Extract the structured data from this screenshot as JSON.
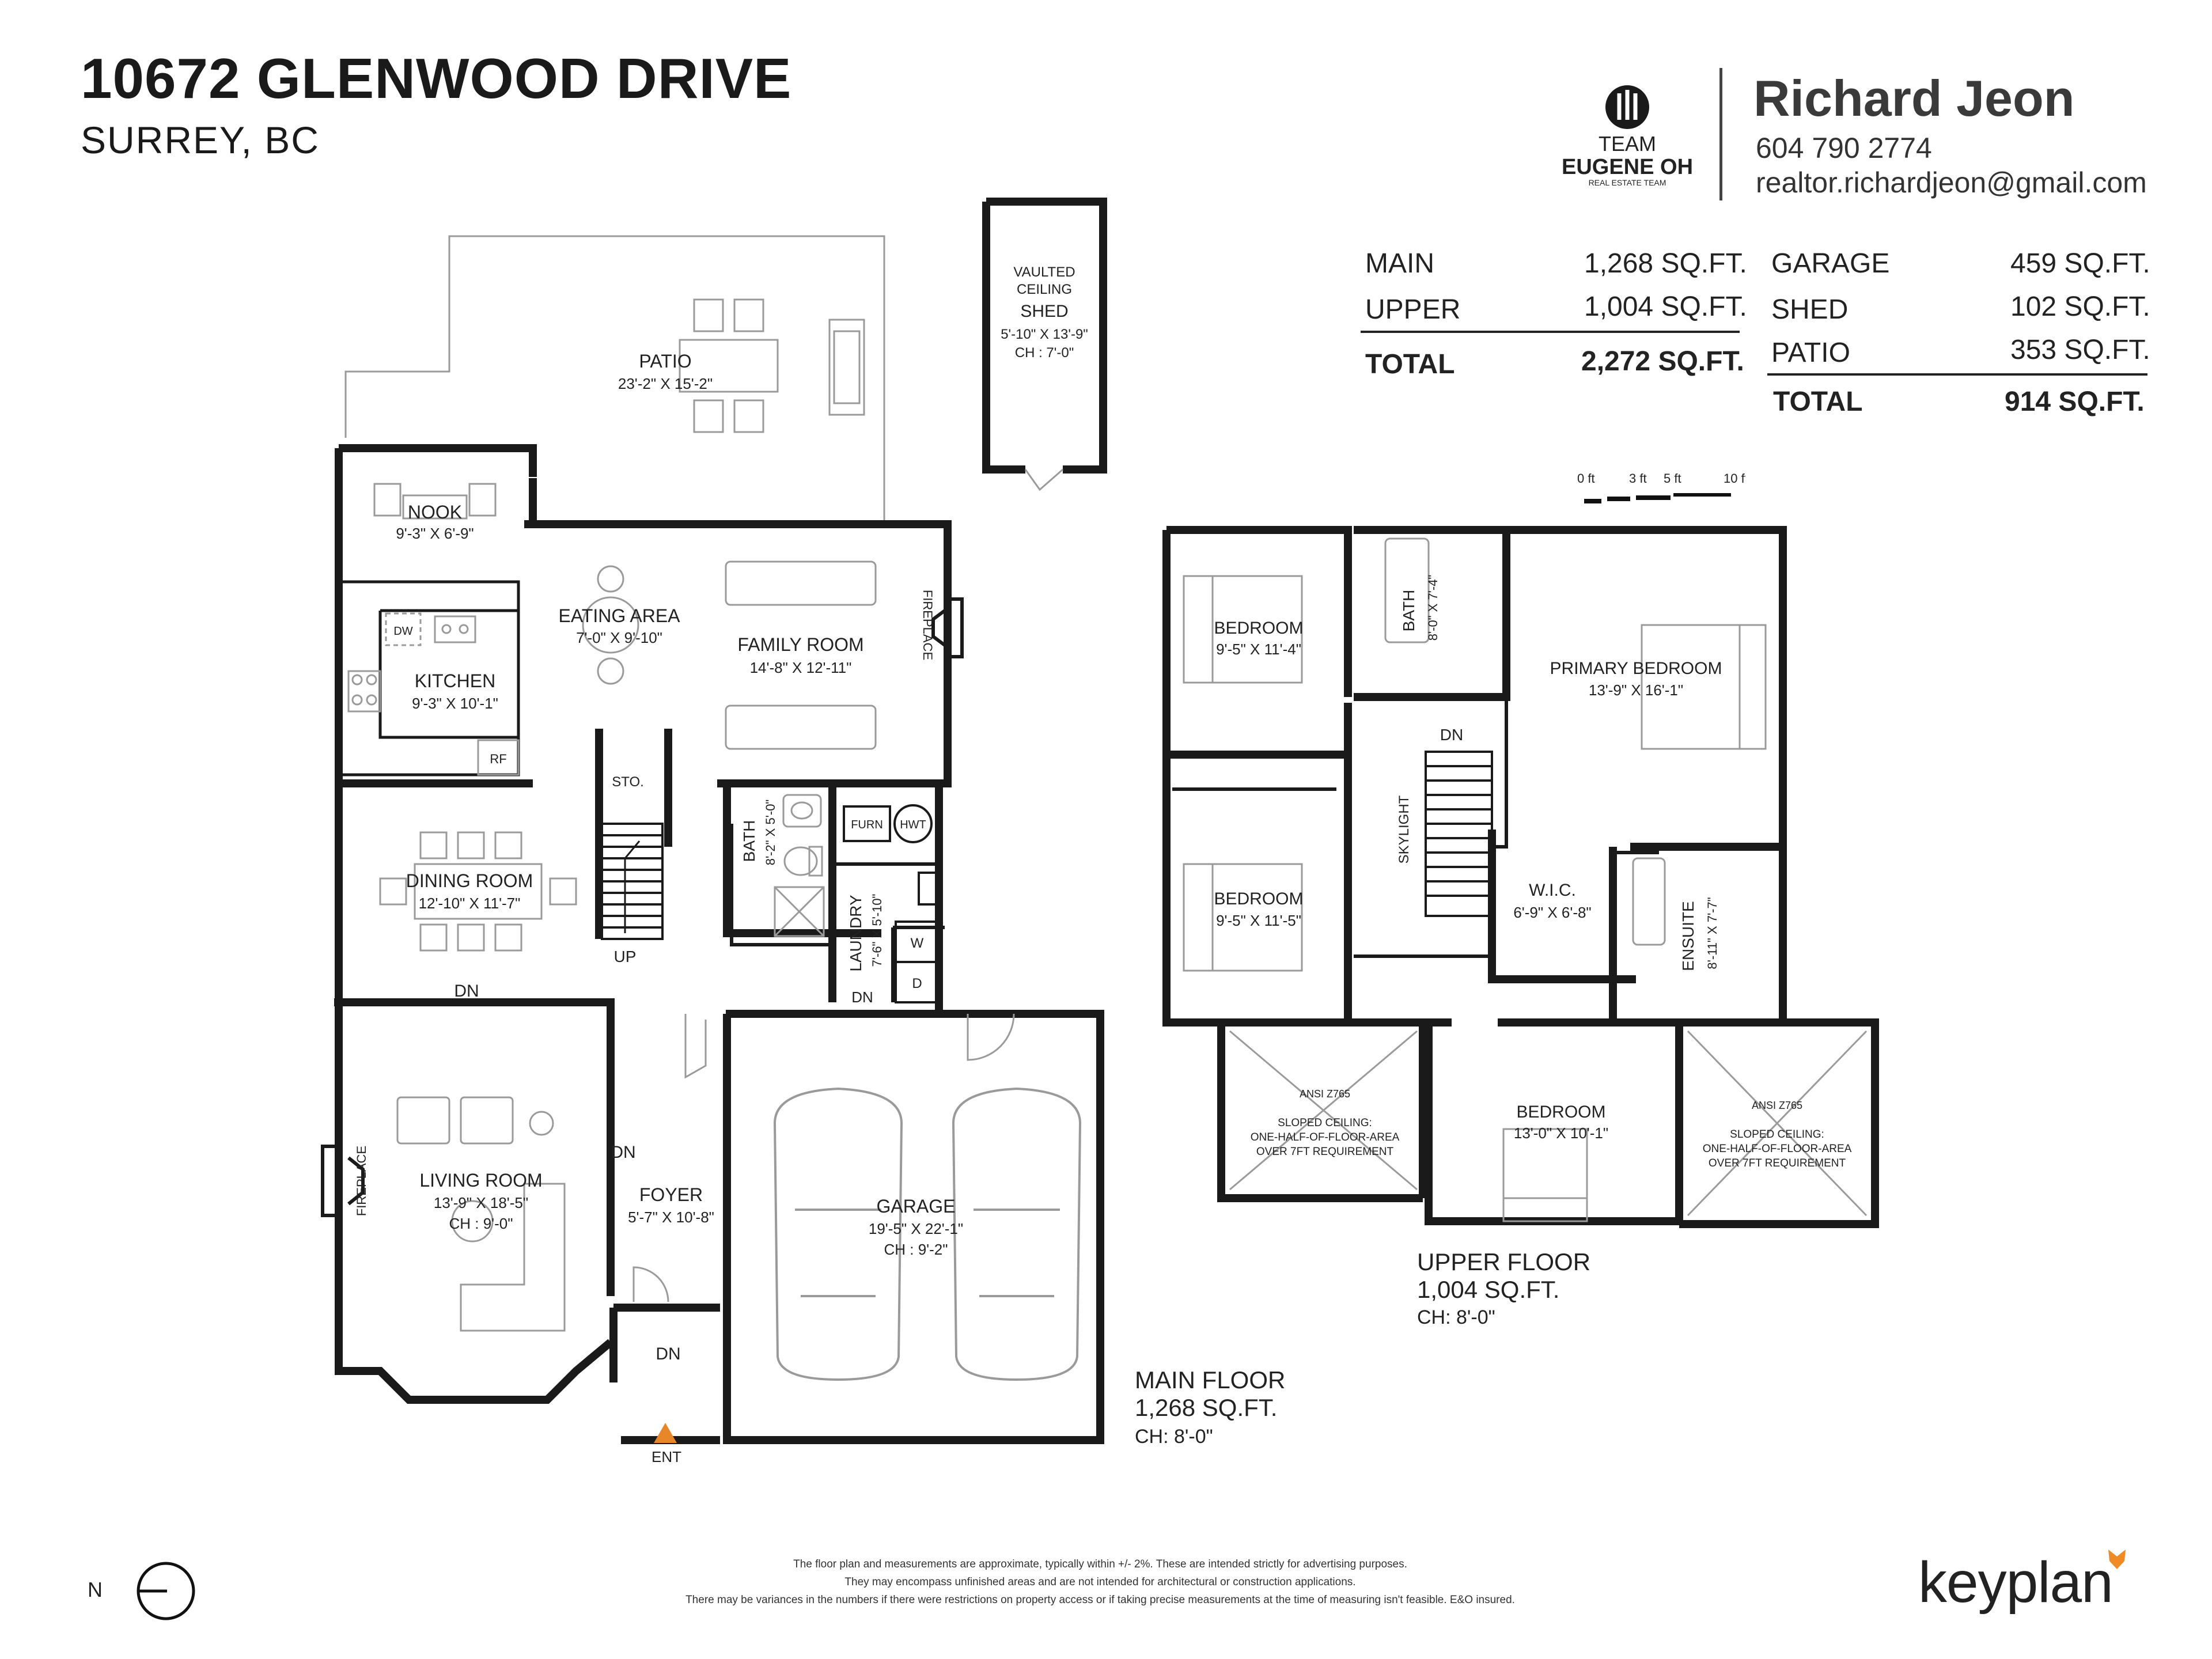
{
  "header": {
    "address": "10672 GLENWOOD DRIVE",
    "city": "SURREY, BC"
  },
  "agent": {
    "name": "Richard Jeon",
    "phone": "604 790 2774",
    "email": "realtor.richardjeon@gmail.com",
    "team_line1": "TEAM",
    "team_line2": "EUGENE OH",
    "team_line3": "REAL ESTATE TEAM"
  },
  "area_summary": {
    "living": [
      {
        "label": "MAIN",
        "value": "1,268 SQ.FT."
      },
      {
        "label": "UPPER",
        "value": "1,004 SQ.FT."
      }
    ],
    "living_total": {
      "label": "TOTAL",
      "value": "2,272 SQ.FT."
    },
    "other": [
      {
        "label": "GARAGE",
        "value": "459 SQ.FT."
      },
      {
        "label": "SHED",
        "value": "102 SQ.FT."
      },
      {
        "label": "PATIO",
        "value": "353 SQ.FT."
      }
    ],
    "other_total": {
      "label": "TOTAL",
      "value": "914 SQ.FT."
    }
  },
  "scale": {
    "t0": "0 ft",
    "t1": "3 ft",
    "t2": "5 ft",
    "t3": "10 ft"
  },
  "main_floor": {
    "title": "MAIN FLOOR",
    "area": "1,268 SQ.FT.",
    "ceiling": "CH: 8'-0\"",
    "rooms": {
      "patio": {
        "name": "PATIO",
        "dims": "23'-2\" X 15'-2\""
      },
      "shed": {
        "line1": "VAULTED",
        "line2": "CEILING",
        "name": "SHED",
        "dims": "5'-10\" X 13'-9\"",
        "ch": "CH : 7'-0\""
      },
      "nook": {
        "name": "NOOK",
        "dims": "9'-3\" X 6'-9\""
      },
      "eating": {
        "name": "EATING AREA",
        "dims": "7'-0\" X 9'-10\""
      },
      "family": {
        "name": "FAMILY ROOM",
        "dims": "14'-8\" X 12'-11\""
      },
      "kitchen": {
        "name": "KITCHEN",
        "dims": "9'-3\" X 10'-1\""
      },
      "dining": {
        "name": "DINING ROOM",
        "dims": "12'-10\" X 11'-7\""
      },
      "living": {
        "name": "LIVING ROOM",
        "dims": "13'-9\" X 18'-5\"",
        "ch": "CH : 9'-0\""
      },
      "foyer": {
        "name": "FOYER",
        "dims": "5'-7\" X 10'-8\""
      },
      "garage": {
        "name": "GARAGE",
        "dims": "19'-5\" X 22'-1\"",
        "ch": "CH : 9'-2\""
      },
      "bath": {
        "name": "BATH",
        "dims": "8'-2\" X 5'-0\""
      },
      "laundry": {
        "name": "LAUNDRY",
        "dims": "7'-6\" X 5'-10\""
      }
    },
    "labels": {
      "dw": "DW",
      "rf": "RF",
      "sto": "STO.",
      "up": "UP",
      "dn": "DN",
      "furn": "FURN",
      "hwt": "HWT",
      "w": "W",
      "d": "D",
      "fireplace": "FIREPLACE",
      "ent": "ENT"
    }
  },
  "upper_floor": {
    "title": "UPPER FLOOR",
    "area": "1,004 SQ.FT.",
    "ceiling": "CH: 8'-0\"",
    "rooms": {
      "bed1": {
        "name": "BEDROOM",
        "dims": "9'-5\" X 11'-4\""
      },
      "bath": {
        "name": "BATH",
        "dims": "8'-0\" X 7'-4\""
      },
      "primary": {
        "name": "PRIMARY BEDROOM",
        "dims": "13'-9\" X 16'-1\""
      },
      "bed2": {
        "name": "BEDROOM",
        "dims": "9'-5\" X 11'-5\""
      },
      "wic": {
        "name": "W.I.C.",
        "dims": "6'-9\" X 6'-8\""
      },
      "ensuite": {
        "name": "ENSUITE",
        "dims": "8'-11\" X 7'-7\""
      },
      "bed3": {
        "name": "BEDROOM",
        "dims": "13'-0\" X 10'-1\""
      }
    },
    "labels": {
      "dn": "DN",
      "skylight": "SKYLIGHT"
    },
    "sloped": {
      "code": "ANSI Z765",
      "line1": "SLOPED CEILING:",
      "line2": "ONE-HALF-OF-FLOOR-AREA",
      "line3": "OVER 7FT REQUIREMENT"
    }
  },
  "north": {
    "label": "N"
  },
  "disclaimer": [
    "The floor plan and measurements are approximate, typically within +/- 2%. These are intended strictly for advertising purposes.",
    "They may encompass unfinished areas and are not intended for architectural or construction applications.",
    "There may be variances in the numbers if there were restrictions on property access or if taking precise measurements at the time of measuring isn't feasible. E&O insured."
  ],
  "brand": {
    "name": "keyplan",
    "accent": "#f08a24"
  },
  "colors": {
    "wall": "#1a1a1a",
    "fixture": "#9a9a9a",
    "entry": "#e8862a"
  }
}
